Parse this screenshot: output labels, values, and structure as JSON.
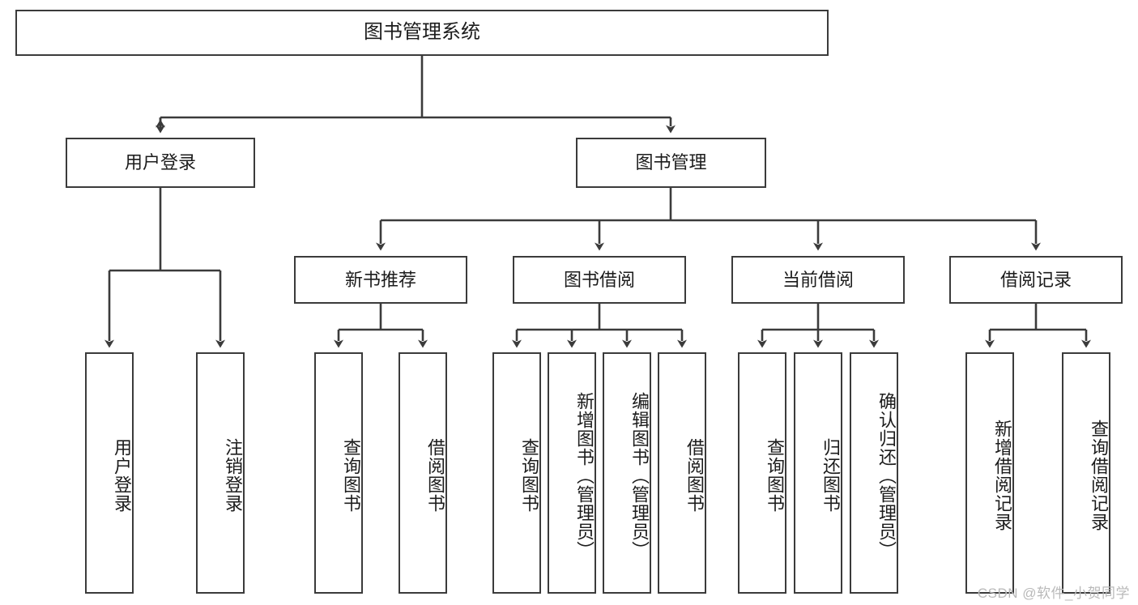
{
  "diagram": {
    "type": "tree-hierarchy",
    "title": "图书管理系统",
    "orientation": "top-down",
    "colors": {
      "box_border": "#3b3b3b",
      "box_fill": "#ffffff",
      "connector": "#3b3b3b",
      "text": "#1c1c1c",
      "watermark": "#b9b9b9",
      "background": "#ffffff"
    },
    "nodes": {
      "root": {
        "label": "图书管理系统",
        "level": 1
      },
      "user_login": {
        "label": "用户登录",
        "level": 2
      },
      "book_mgmt": {
        "label": "图书管理",
        "level": 2
      },
      "new_book_rec": {
        "label": "新书推荐",
        "level": 3
      },
      "book_borrow": {
        "label": "图书借阅",
        "level": 3
      },
      "current_borrow": {
        "label": "当前借阅",
        "level": 3
      },
      "borrow_record": {
        "label": "借阅记录",
        "level": 3
      }
    },
    "leaves": {
      "user_login_children": [
        {
          "label": "用户登录"
        },
        {
          "label": "注销登录"
        }
      ],
      "new_book_rec_children": [
        {
          "label": "查询图书"
        },
        {
          "label": "借阅图书"
        }
      ],
      "book_borrow_children": [
        {
          "label": "查询图书"
        },
        {
          "label": "新增图书（管理员）"
        },
        {
          "label": "编辑图书（管理员）"
        },
        {
          "label": "借阅图书"
        }
      ],
      "current_borrow_children": [
        {
          "label": "查询图书"
        },
        {
          "label": "归还图书"
        },
        {
          "label": "确认归还（管理员）"
        }
      ],
      "borrow_record_children": [
        {
          "label": "新增借阅记录"
        },
        {
          "label": "查询借阅记录"
        }
      ]
    },
    "watermark": "CSDN @软件_小贺同学"
  }
}
